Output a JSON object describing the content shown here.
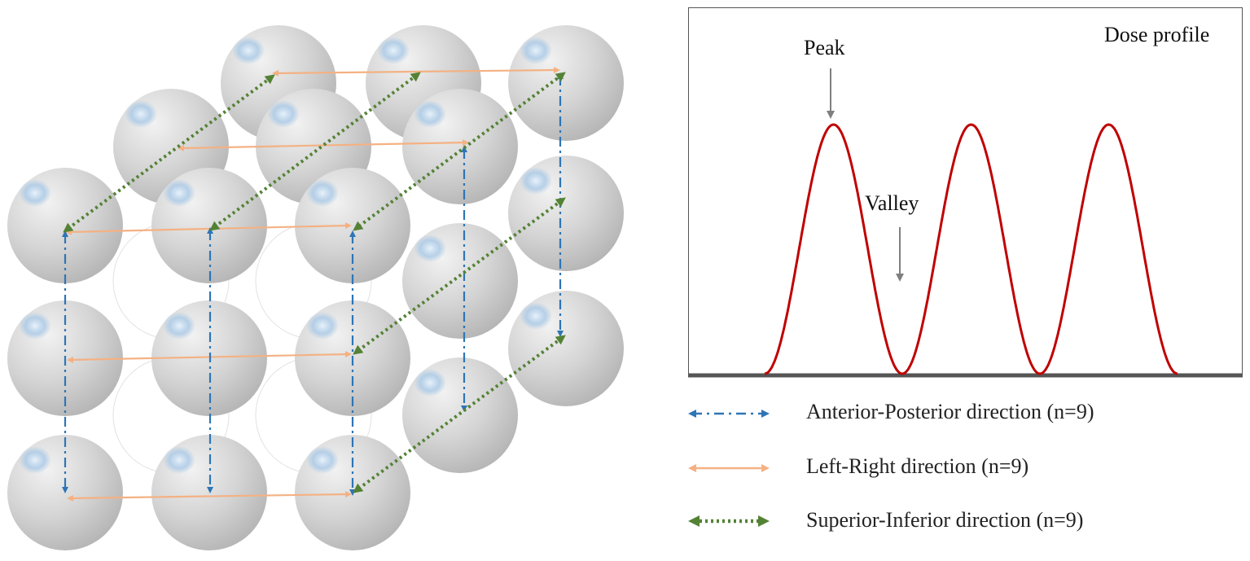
{
  "profile": {
    "title": "Dose profile",
    "peak_label": "Peak",
    "valley_label": "Valley",
    "curve_color": "#c00000",
    "peak_count": 3
  },
  "legend": [
    {
      "label": "Anterior-Posterior direction (n=9)",
      "style": "dash-dot",
      "color": "#2e75b6"
    },
    {
      "label": "Left-Right direction (n=9)",
      "style": "solid",
      "color": "#f4b183"
    },
    {
      "label": "Superior-Inferior direction (n=9)",
      "style": "dotted",
      "color": "#548235"
    }
  ],
  "colors": {
    "sphere_base": "#cfcfcf",
    "sphere_highlight": "#9dc3e6",
    "ap_arrow": "#2e75b6",
    "lr_arrow": "#f4b183",
    "si_arrow": "#548235"
  }
}
